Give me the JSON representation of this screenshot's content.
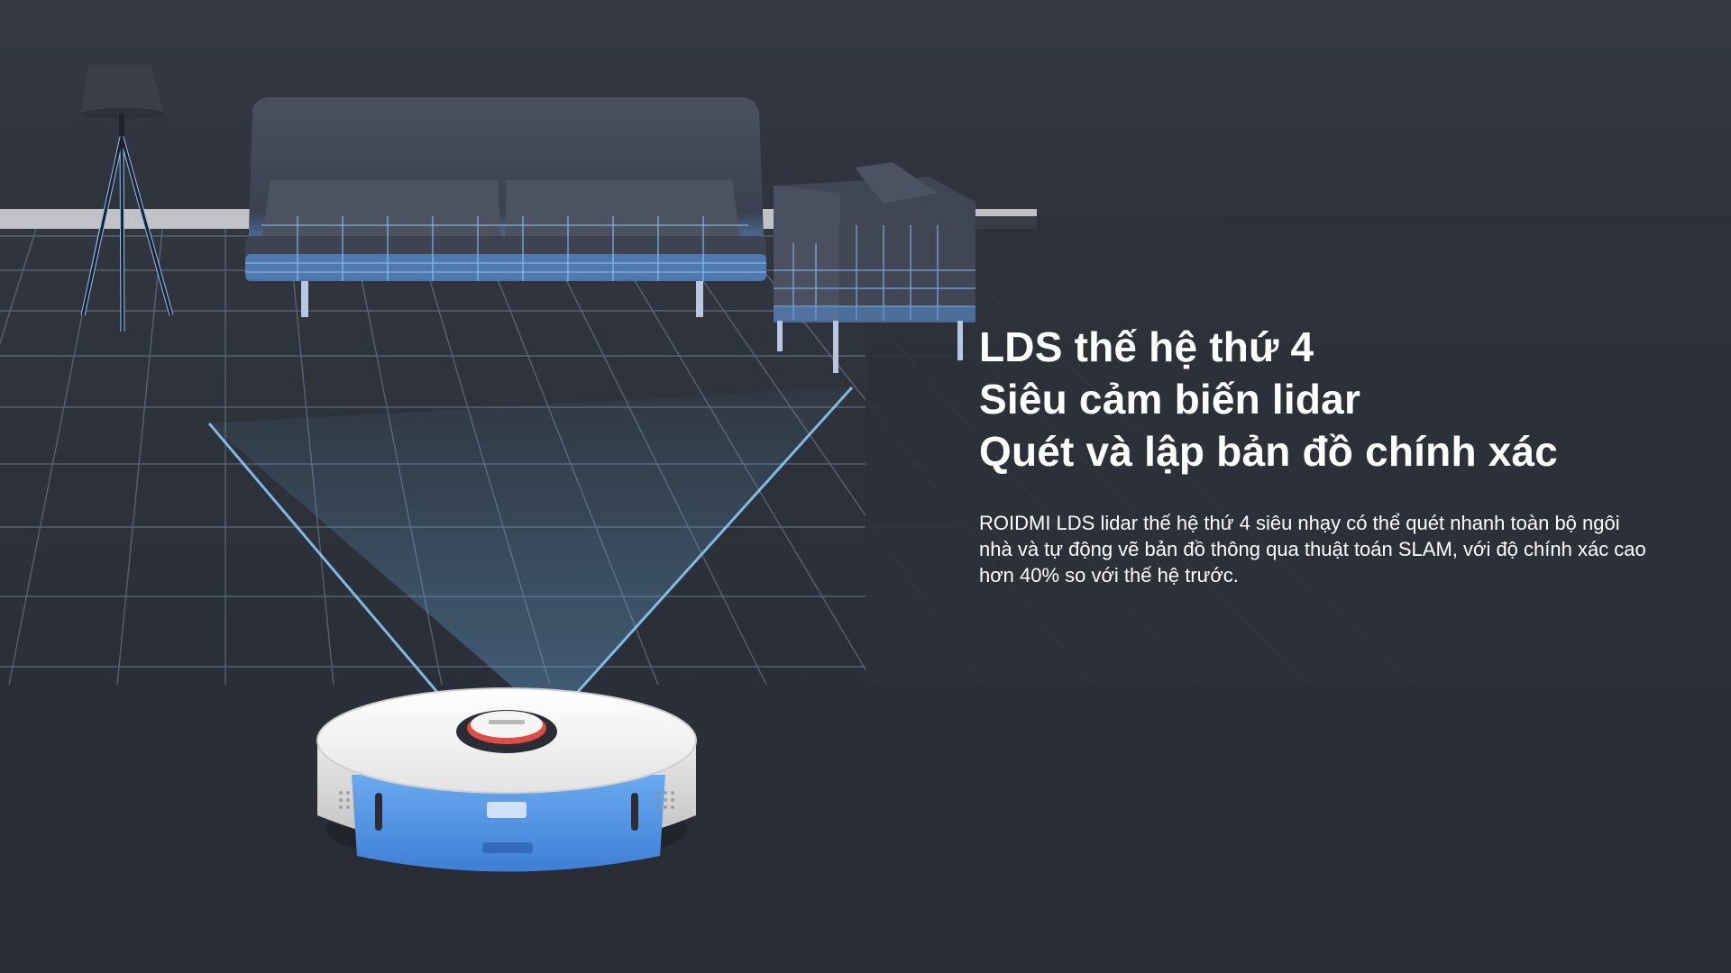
{
  "content": {
    "headline": {
      "line1": "LDS thế hệ thứ 4",
      "line2": "Siêu cảm biến lidar",
      "line3": "Quét và lập bản đồ chính xác"
    },
    "description": "ROIDMI LDS lidar thế hệ thứ 4 siêu nhạy có thể quét nhanh toàn bộ ngôi nhà và tự động vẽ bản đồ thông qua thuật toán SLAM, với độ chính xác cao hơn 40% so với thế hệ trước."
  },
  "colors": {
    "background": "#2c3039",
    "wall": "#333842",
    "floor": "#2a2e37",
    "grid_line": "#6f7d95",
    "scan_beam": "#7fc4f2",
    "robot_body": "#f2f2f2",
    "robot_bin": "#5aa0e8",
    "lidar_accent": "#e0403a",
    "text": "#ffffff"
  }
}
